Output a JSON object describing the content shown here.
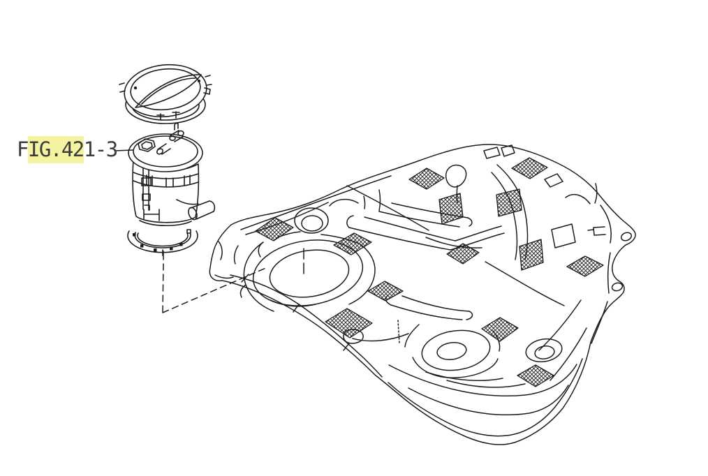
{
  "page": {
    "background_color": "#ffffff",
    "drawing_line_color": "#1c1c1c"
  },
  "figure_label": {
    "full_text": "FIG.421-3",
    "prefix": "F",
    "highlighted": "IG.42",
    "suffix": "1-3",
    "highlight_color": "#f5f2a0",
    "text_color": "#3b3b3b"
  },
  "diagram": {
    "type": "exploded-parts-line-drawing",
    "subject": "fuel tank with in-tank fuel pump assembly",
    "parts": [
      "fuel-pump-locking-ring",
      "fuel-pump-seal-ring",
      "fuel-pump-module",
      "fuel-pump-gasket",
      "fuel-tank"
    ],
    "leader_line_style": "dashed",
    "pad_fill_pattern": "crosshatch"
  }
}
